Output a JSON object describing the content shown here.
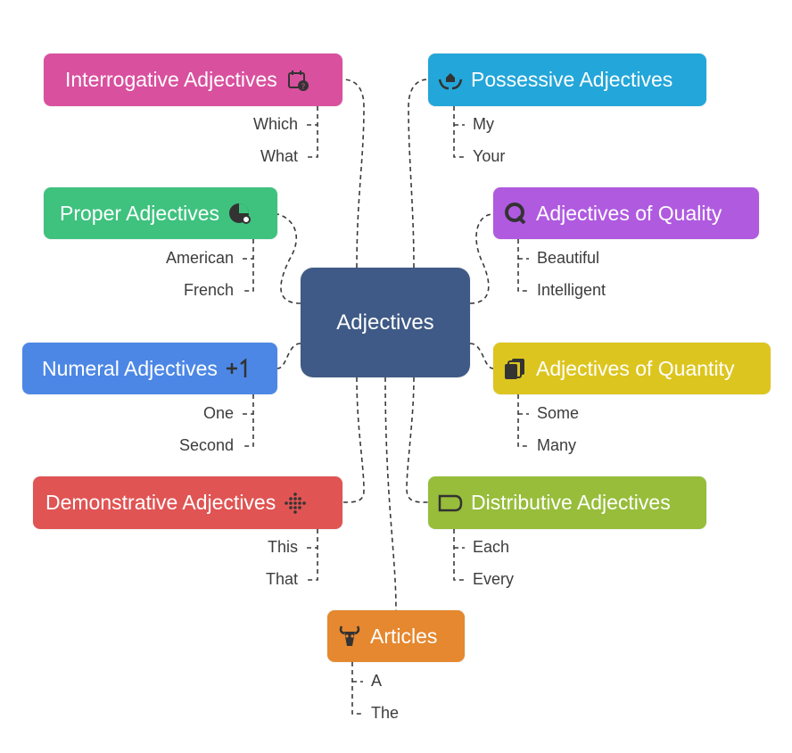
{
  "center": {
    "label": "Adjectives"
  },
  "branches": {
    "interrogative": {
      "label": "Interrogative Adjectives",
      "icon": "calendar-question-icon",
      "color": "#d9509e",
      "items": [
        "Which",
        "What"
      ]
    },
    "possessive": {
      "label": "Possessive Adjectives",
      "icon": "hands-house-icon",
      "color": "#23a6d9",
      "items": [
        "My",
        "Your"
      ]
    },
    "proper": {
      "label": "Proper Adjectives",
      "icon": "pie-badge-icon",
      "color": "#3ec27e",
      "items": [
        "American",
        "French"
      ]
    },
    "quality": {
      "label": "Adjectives of Quality",
      "icon": "letter-q-icon",
      "color": "#b05ae0",
      "items": [
        "Beautiful",
        "Intelligent"
      ]
    },
    "numeral": {
      "label": "Numeral Adjectives",
      "icon": "plus-one-icon",
      "color": "#4c87e6",
      "items": [
        "One",
        "Second"
      ]
    },
    "quantity": {
      "label": "Adjectives of Quantity",
      "icon": "stacked-pages-icon",
      "color": "#ddc51f",
      "items": [
        "Some",
        "Many"
      ]
    },
    "demonstrative": {
      "label": "Demonstrative Adjectives",
      "icon": "dotted-arrow-icon",
      "color": "#e05454",
      "items": [
        "This",
        "That"
      ]
    },
    "distributive": {
      "label": "Distributive Adjectives",
      "icon": "tag-outline-icon",
      "color": "#97bd3b",
      "items": [
        "Each",
        "Every"
      ]
    },
    "articles": {
      "label": "Articles",
      "icon": "goat-head-icon",
      "color": "#e5882f",
      "items": [
        "A",
        "The"
      ]
    }
  }
}
